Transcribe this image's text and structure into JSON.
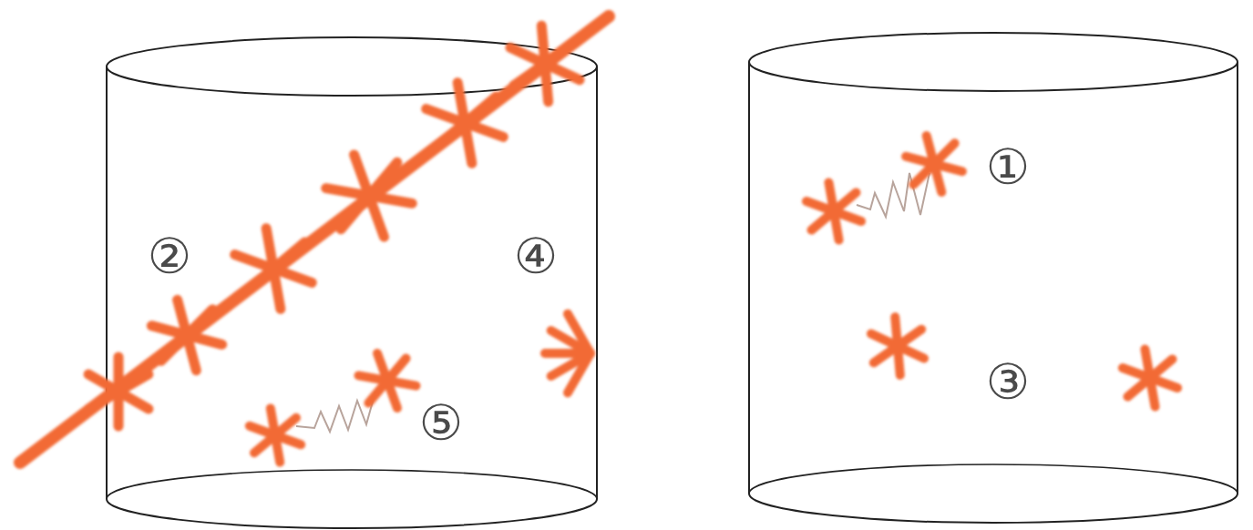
{
  "diagram": {
    "labels": [
      "①",
      "②",
      "④",
      "③",
      "⑤"
    ]
  }
}
